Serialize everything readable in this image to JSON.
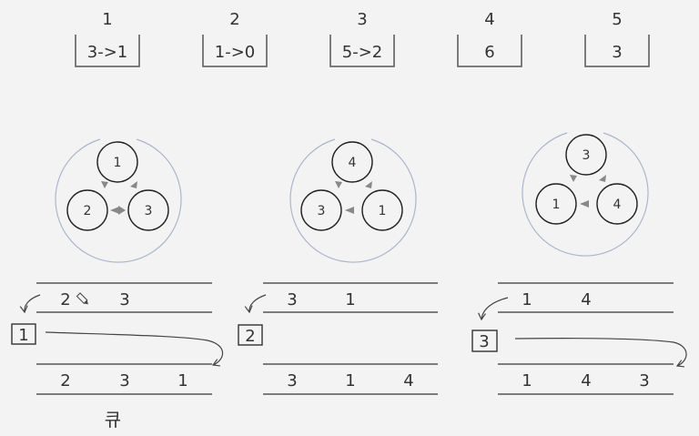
{
  "buckets": [
    {
      "index": "1",
      "value": "3->1"
    },
    {
      "index": "2",
      "value": "1->0"
    },
    {
      "index": "3",
      "value": "5->2"
    },
    {
      "index": "4",
      "value": "6"
    },
    {
      "index": "5",
      "value": "3"
    }
  ],
  "cycles": [
    {
      "nodes": [
        "1",
        "2",
        "3"
      ]
    },
    {
      "nodes": [
        "4",
        "3",
        "1"
      ]
    },
    {
      "nodes": [
        "3",
        "1",
        "4"
      ]
    }
  ],
  "queues": [
    {
      "before": [
        "2",
        "3"
      ],
      "popped": "1",
      "after": [
        "2",
        "3",
        "1"
      ]
    },
    {
      "before": [
        "3",
        "1"
      ],
      "popped": "2",
      "after": [
        "3",
        "1",
        "4"
      ]
    },
    {
      "before": [
        "1",
        "4"
      ],
      "popped": "3",
      "after": [
        "1",
        "4",
        "3"
      ]
    }
  ],
  "queue_label": "큐",
  "colors": {
    "ring": "#aab6cc",
    "node": "#222222",
    "arrow": "#888888",
    "line": "#555555"
  }
}
